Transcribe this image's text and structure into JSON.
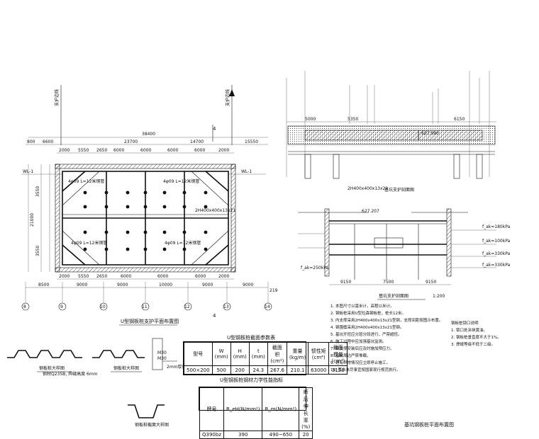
{
  "plan": {
    "top_overall": "38400",
    "top_dims": [
      "6600",
      "23700",
      "14700",
      "15550"
    ],
    "top_edge_left": "800",
    "second_dims": [
      "2000",
      "5550",
      "2650",
      "6000",
      "6000",
      "6000",
      "6000",
      "2000"
    ],
    "bottom_dims": [
      "8500",
      "9000",
      "9000",
      "10000",
      "9000",
      "9000"
    ],
    "bottom_sub_dims": [
      "2000",
      "5550",
      "2650",
      "6000",
      "6000",
      "6000",
      "2000"
    ],
    "left_dims": [
      "3550",
      "21000",
      "3550"
    ],
    "axis_labels": [
      "8",
      "9",
      "10",
      "11",
      "12",
      "13",
      "14"
    ],
    "right_tag": "219",
    "section_mark": "4",
    "strut_labels": [
      "4φ09 L=12米钢管",
      "4φ09 L=12米钢管",
      "2H400x400x13x21",
      "4φ09 L=12米钢管",
      "4φ09 L=12米钢管"
    ],
    "wale_label": "WL-1",
    "title": "U型钢板桩支护平面布置图"
  },
  "section": {
    "title": "基坑支护剖面图",
    "elevations": [
      "627.990",
      "627.207"
    ],
    "dims_bottom": [
      "9150",
      "7500",
      "9150"
    ],
    "dims_top": [
      "5000",
      "5350",
      "6150"
    ],
    "struts_label": "2H400x400x13x21",
    "soil_labels": [
      "f_ak=180kPa",
      "f_ak=100kPa",
      "f_ak=330kPa",
      "f_ak=330kPa"
    ],
    "left_soil": "f_ak=250kPa"
  },
  "table1": {
    "title": "U型钢板桩截面参数表",
    "headers": [
      "型号",
      "W (mm)",
      "H (mm)",
      "t (mm)",
      "截面积 (cm²)",
      "重量 (kg/m)",
      "惯性矩 (cm⁴)",
      "截面模量 (cm³)"
    ],
    "row": [
      "500×200",
      "500",
      "200",
      "24.3",
      "267.6",
      "210.1",
      "63000",
      "3150"
    ]
  },
  "table2": {
    "title": "U型钢板桩钢材力学性能指标",
    "headers": [
      "牌号",
      "R_eH(N/mm²)",
      "R_m(N/mm²)",
      "断后伸长率(%)"
    ],
    "row": [
      "Q390bz",
      "390",
      "490~650",
      "20"
    ]
  },
  "details": {
    "detail1_title": "钢板桩大样图",
    "detail2_title": "钢板桩大样图",
    "detail3_title": "钢板桩截面大样图",
    "detail_note": "钢材Q235B, 焊缝高度 6mm",
    "bolt_labels": [
      "M30",
      "M30",
      "2mm厚钢板"
    ]
  },
  "notes": {
    "section_scale": "1:200",
    "items": [
      "1. 本图尺寸以毫米计，高程以米计。",
      "2. 钢板桩采用U型拉森钢板桩，桩长12米。",
      "3. 内支撑采用2H400x400x13x21型钢，支撑间距按图示布置。",
      "4. 钢围檩采用2H400x400x13x21型钢。",
      "5. 基坑开挖应分层分段进行，严禁超挖。",
      "6. 施工过程中应加强基坑监测。",
      "7. 钢支撑安装后应及时施加预应力。",
      "8. 基坑周边严禁堆载。",
      "9. 遇有异常情况应立即停止施工。",
      "10. 其余未尽事宜按国家现行规范执行。"
    ],
    "right_title": "钢板桩锁口说明",
    "right_items": [
      "1. 锁口处涂抹黄油。",
      "2. 钢板桩垂直度不大于1%。",
      "3. 焊缝等级不低于二级。"
    ]
  },
  "drawing_name": "基坑钢板桩平面布置图"
}
